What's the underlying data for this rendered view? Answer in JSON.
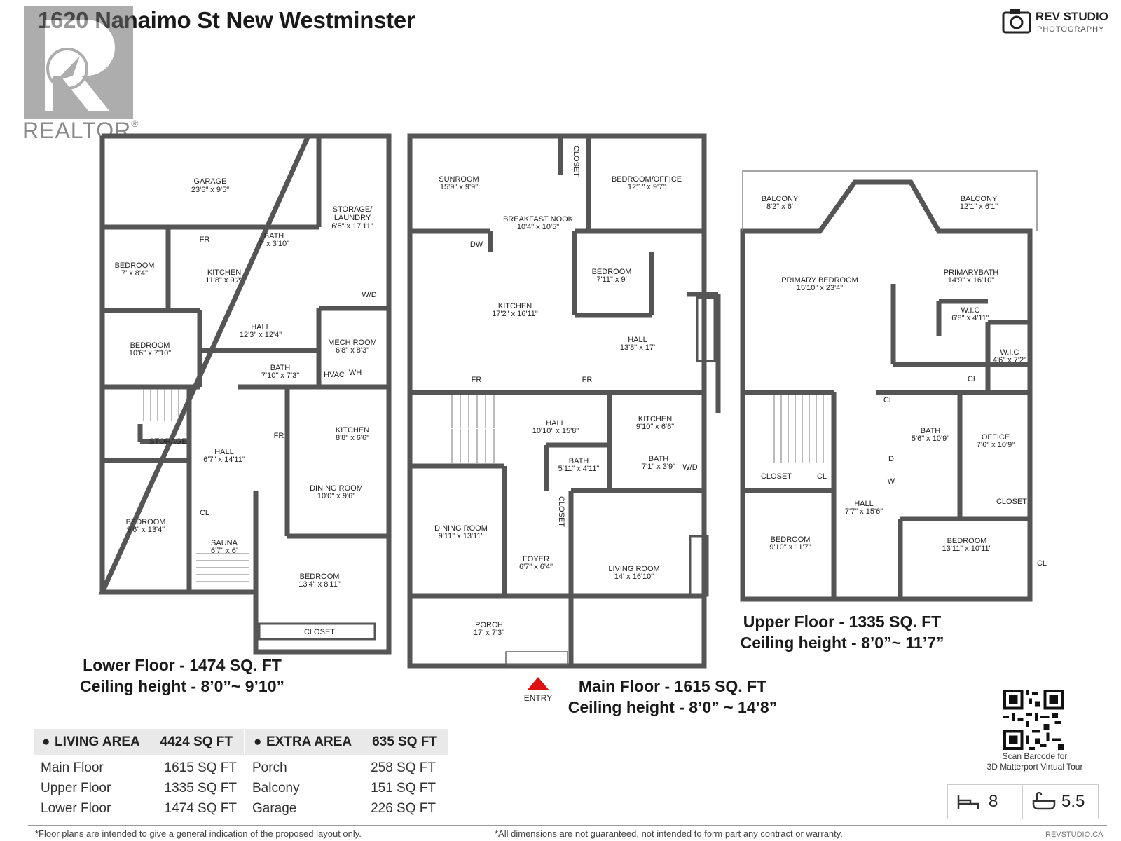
{
  "header": {
    "title": "1620 Nanaimo St New Westminster",
    "realtor_label": "REALTOR",
    "realtor_mark": "®",
    "studio_name": "REV STUDIO",
    "studio_sub": "PHOTOGRAPHY"
  },
  "lower_floor": {
    "caption": "Lower Floor - 1474 SQ. FT",
    "ceiling": "Ceiling height - 8’0”~ 9’10”",
    "rooms": [
      {
        "name": "GARAGE",
        "dim": "23'6\" x 9'5\""
      },
      {
        "name": "STORAGE/",
        "name2": "LAUNDRY",
        "dim": "6'5\" x 17'11\""
      },
      {
        "name": "BATH",
        "dim": "7' x 3'10\""
      },
      {
        "name": "BEDROOM",
        "dim": "7' x 8'4\""
      },
      {
        "name": "KITCHEN",
        "dim": "11'8\" x 9'2\""
      },
      {
        "name": "BEDROOM",
        "dim": "10'6\" x 7'10\""
      },
      {
        "name": "HALL",
        "dim": "12'3\" x 12'4\""
      },
      {
        "name": "MECH ROOM",
        "dim": "6'8\" x 8'3\""
      },
      {
        "name": "BATH",
        "dim": "7'10\" x 7'3\""
      },
      {
        "name": "KITCHEN",
        "dim": "8'8\" x 6'6\""
      },
      {
        "name": "HALL",
        "dim": "6'7\" x 14'11\""
      },
      {
        "name": "DINING ROOM",
        "dim": "10'0\" x 9'6\""
      },
      {
        "name": "BEDROOM",
        "dim": "9'6\" x 13'4\""
      },
      {
        "name": "SAUNA",
        "dim": "6'7\" x 6'"
      },
      {
        "name": "BEDROOM",
        "dim": "13'4\" x 8'11\""
      }
    ],
    "labels": {
      "fr1": "FR",
      "fr2": "FR",
      "wd": "W/D",
      "hvac": "HVAC",
      "wh": "WH",
      "storage": "STORAGE",
      "cl": "CL",
      "closet": "CLOSET"
    }
  },
  "main_floor": {
    "caption": "Main Floor - 1615 SQ. FT",
    "ceiling": "Ceiling height - 8’0” ~ 14’8”",
    "entry": "ENTRY",
    "rooms": [
      {
        "name": "SUNROOM",
        "dim": "15'9\" x 9'9\""
      },
      {
        "name": "BEDROOM/OFFICE",
        "dim": "12'1\" x 9'7\""
      },
      {
        "name": "BREAKFAST NOOK",
        "dim": "10'4\" x 10'5\""
      },
      {
        "name": "BEDROOM",
        "dim": "7'11\" x 9'"
      },
      {
        "name": "KITCHEN",
        "dim": "17'2\" x 16'11\""
      },
      {
        "name": "HALL",
        "dim": "13'8\" x 17'"
      },
      {
        "name": "HALL",
        "dim": "10'10\" x 15'8\""
      },
      {
        "name": "KITCHEN",
        "dim": "9'10\" x 6'6\""
      },
      {
        "name": "BATH",
        "dim": "5'11\" x 4'11\""
      },
      {
        "name": "BATH",
        "dim": "7'1\" x 3'9\""
      },
      {
        "name": "DINING ROOM",
        "dim": "9'11\" x 13'11\""
      },
      {
        "name": "FOYER",
        "dim": "6'7\" x 6'4\""
      },
      {
        "name": "LIVING ROOM",
        "dim": "14' x 16'10\""
      },
      {
        "name": "PORCH",
        "dim": "17' x 7'3\""
      }
    ],
    "labels": {
      "closet1": "CLOSET",
      "closet2": "CLOSET",
      "dw": "DW",
      "fr1": "FR",
      "fr2": "FR",
      "wd": "W/D"
    }
  },
  "upper_floor": {
    "caption": "Upper Floor - 1335 SQ. FT",
    "ceiling": "Ceiling height - 8’0”~ 11’7”",
    "rooms": [
      {
        "name": "BALCONY",
        "dim": "8'2\" x 6'"
      },
      {
        "name": "BALCONY",
        "dim": "12'1\" x 6'1\""
      },
      {
        "name": "PRIMARY BEDROOM",
        "dim": "15'10\" x 23'4\""
      },
      {
        "name": "PRIMARYBATH",
        "dim": "14'9\" x 16'10\""
      },
      {
        "name": "W.I.C",
        "dim": "6'8\" x 4'11\""
      },
      {
        "name": "W.I.C",
        "dim": "4'6\" x 7'2\""
      },
      {
        "name": "BATH",
        "dim": "5'6\" x 10'9\""
      },
      {
        "name": "OFFICE",
        "dim": "7'6\" x 10'9\""
      },
      {
        "name": "HALL",
        "dim": "7'7\" x 15'6\""
      },
      {
        "name": "BEDROOM",
        "dim": "9'10\" x 11'7\""
      },
      {
        "name": "BEDROOM",
        "dim": "13'11\" x 10'11\""
      }
    ],
    "labels": {
      "closet1": "CLOSET",
      "closet2": "CLOSET",
      "cl1": "CL",
      "cl2": "CL",
      "cl3": "CL",
      "cl4": "CL",
      "d": "D",
      "w": "W"
    }
  },
  "living_area": {
    "label": "LIVING AREA",
    "total": "4424 SQ FT",
    "rows": [
      {
        "name": "Main Floor",
        "value": "1615 SQ FT"
      },
      {
        "name": "Upper Floor",
        "value": "1335 SQ FT"
      },
      {
        "name": "Lower Floor",
        "value": "1474 SQ FT"
      }
    ]
  },
  "extra_area": {
    "label": "EXTRA AREA",
    "total": "635 SQ FT",
    "rows": [
      {
        "name": "Porch",
        "value": "258 SQ FT"
      },
      {
        "name": "Balcony",
        "value": "151 SQ FT"
      },
      {
        "name": "Garage",
        "value": "226 SQ FT"
      }
    ]
  },
  "qr": {
    "text1": "Scan Barcode for",
    "text2": "3D Matterport Virtual Tour"
  },
  "stats": {
    "beds": "8",
    "baths": "5.5"
  },
  "footer": {
    "left": "*Floor plans are intended to give a general indication of the proposed layout only.",
    "center": "*All dimensions are not guaranteed, not intended to form part any contract or warranty.",
    "right": "REVSTUDIO.CA"
  }
}
